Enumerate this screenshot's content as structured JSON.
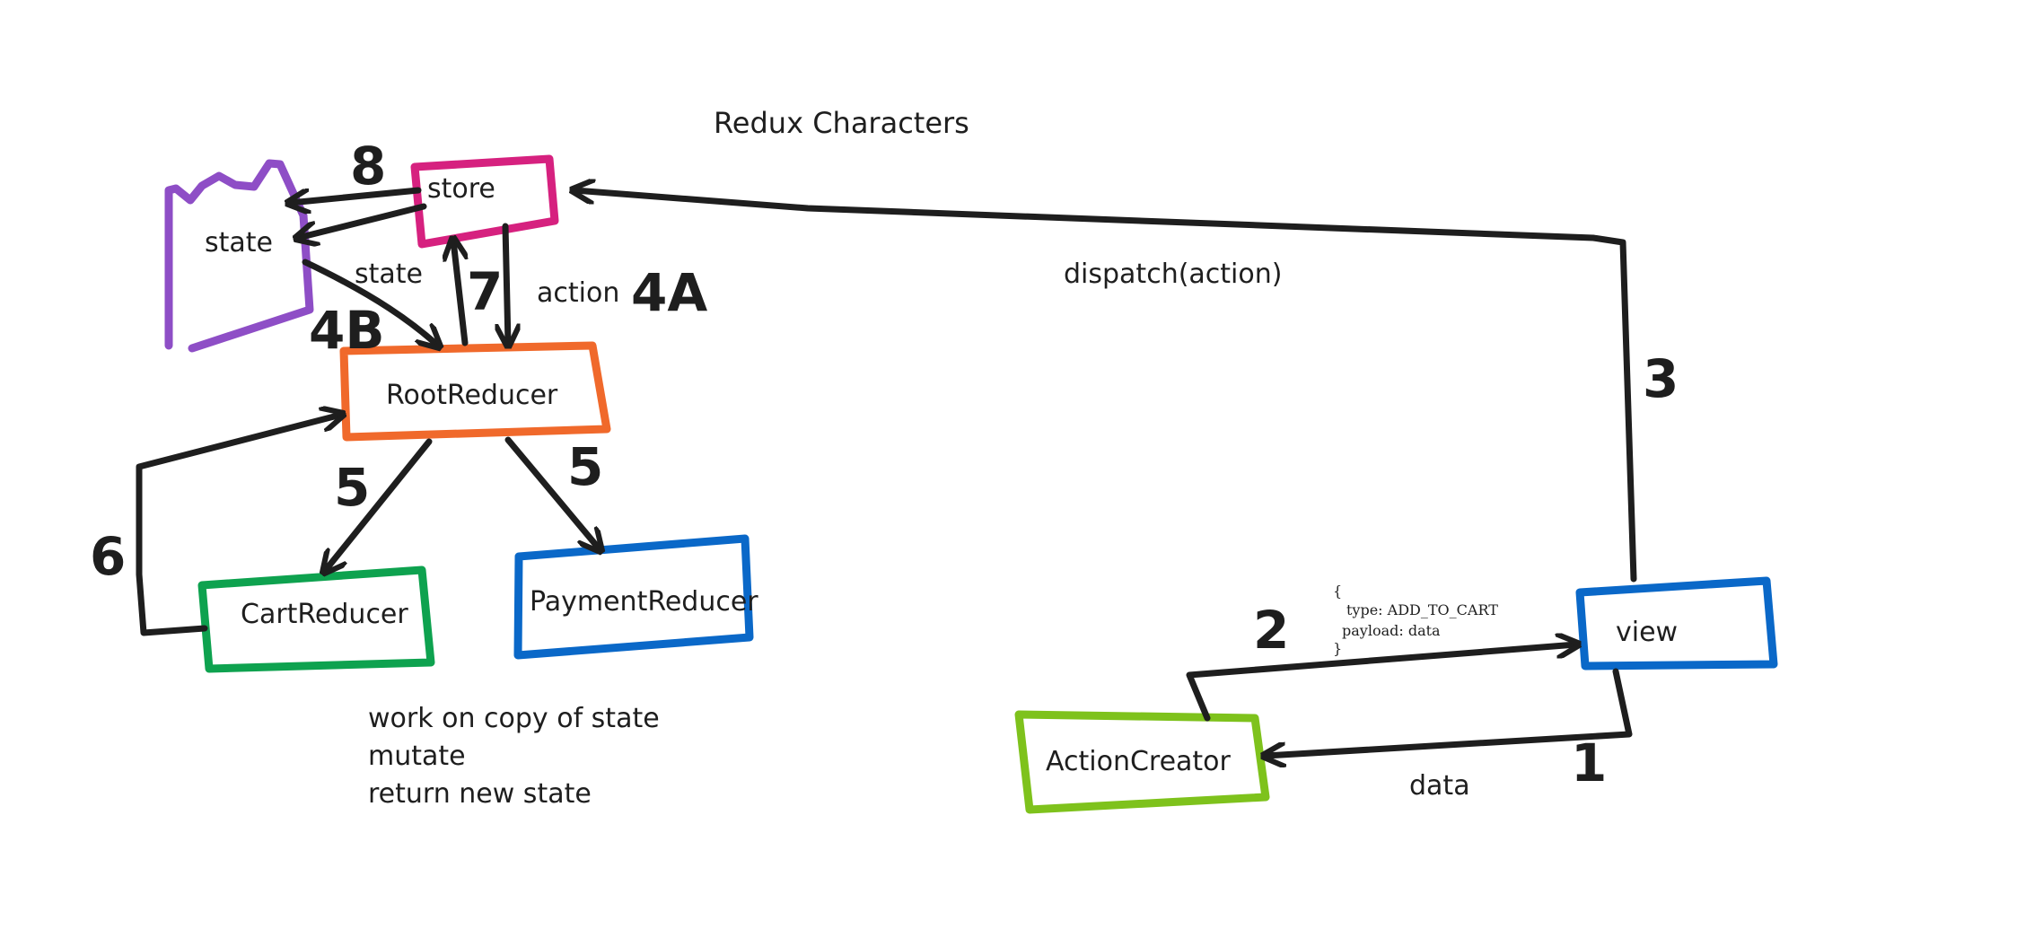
{
  "title": "Redux Characters",
  "colors": {
    "ink": "#1e1e1e",
    "state": "#8e4ec6",
    "store": "#d6217f",
    "root_reducer": "#f0692b",
    "cart_reducer": "#0ea24f",
    "payment_reducer": "#0a68c8",
    "view": "#0a68c8",
    "action_creator": "#7ec21c"
  },
  "nodes": {
    "state": "state",
    "store": "store",
    "root_reducer": "RootReducer",
    "cart_reducer": "CartReducer",
    "payment_reducer": "PaymentReducer",
    "view": "view",
    "action_creator": "ActionCreator"
  },
  "edge_labels": {
    "state": "state",
    "action": "action",
    "dispatch": "dispatch(action)",
    "data": "data"
  },
  "step_numbers": {
    "s1": "1",
    "s2": "2",
    "s3": "3",
    "s4a": "4A",
    "s4b": "4B",
    "s5_left": "5",
    "s5_right": "5",
    "s6": "6",
    "s7": "7",
    "s8": "8"
  },
  "payload_note": {
    "open": "{",
    "type_line": "type: ADD_TO_CART",
    "payload_line": "payload: data",
    "close": "}"
  },
  "reducer_notes": [
    "work on copy of state",
    "mutate",
    "return new state"
  ]
}
